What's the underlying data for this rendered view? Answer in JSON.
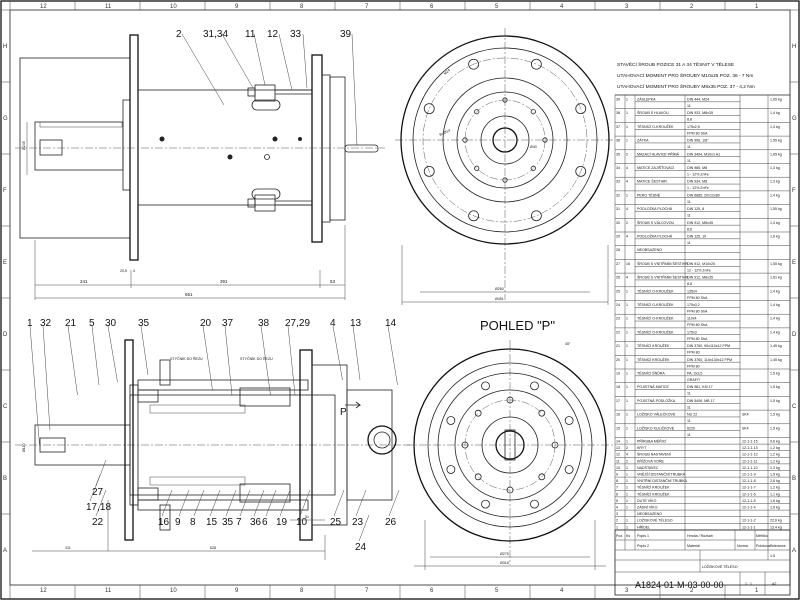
{
  "notes": [
    "STAVĚCÍ ŠROUB POZICE 31 A 34 TĚSNIT V TĚLESE",
    "UTAHOVACÍ MOMENT PRO ŠROUBY M10x25 POZ. 36 - 7 Nm",
    "UTAHOVACÍ MOMENT PRO ŠROUBY M8x35 POZ. 37 - 4,2 Nm"
  ],
  "view_title": "POHLED \"P\"",
  "view_arrow_label": "P",
  "section_notes": [
    "STYČNÍK DO ŘEZU",
    "STYČNÍK DO ŘEZU"
  ],
  "top_labels": [
    "2",
    "31,34",
    "11",
    "12",
    "33",
    "39"
  ],
  "section_top_labels": [
    "1",
    "32",
    "21",
    "5",
    "30",
    "35",
    "20",
    "37",
    "38",
    "27,29",
    "4",
    "13",
    "14"
  ],
  "section_bottom_labels": [
    "27",
    "17,18",
    "22",
    "16",
    "9",
    "8",
    "15",
    "35",
    "7",
    "36",
    "6",
    "19",
    "10",
    "25",
    "23",
    "26",
    "24"
  ],
  "dimensions": {
    "top": [
      "241",
      "391",
      "53",
      "651",
      "20,5",
      "4",
      "Ø245"
    ],
    "section": [
      "311",
      "628",
      "51",
      "Ø110"
    ],
    "top_right": [
      "Ø260",
      "Ø451",
      "Ø40",
      "8x Ø14",
      "M24"
    ],
    "bottom_right": [
      "Ø275",
      "Ø318",
      "45°"
    ]
  },
  "zones_top": [
    "12",
    "11",
    "10",
    "9",
    "8",
    "7",
    "6",
    "5",
    "4",
    "3",
    "2",
    "1"
  ],
  "zones_side": [
    "H",
    "G",
    "F",
    "E",
    "D",
    "C",
    "B",
    "A"
  ],
  "parts_list": [
    {
      "pos": "39",
      "qty": "1",
      "name": "ZÁSLEPKA",
      "mat": "DIN 444, M24",
      "mat2": "11",
      "wt": "1,65 kg"
    },
    {
      "pos": "38",
      "qty": "1",
      "name": "ŠROUB S HLAVOU",
      "mat": "DIN 933, M8x35",
      "mat2": "8.8",
      "wt": "1,4 kg"
    },
    {
      "pos": "37",
      "qty": "1",
      "name": "TĚSNÍCÍ O-KROUŽEK",
      "mat": "175x2,5",
      "mat2": "FPM 80 ShA",
      "wt": "1,4 kg"
    },
    {
      "pos": "36",
      "qty": "1",
      "name": "ZÁTKA",
      "mat": "DIN 906, 1/8\"",
      "mat2": "11",
      "wt": "1,55 kg"
    },
    {
      "pos": "35",
      "qty": "2",
      "name": "MAZACÍ HLAVICE PŘÍMÁ",
      "mat": "DIN 3404, M10x1 A1",
      "mat2": "11",
      "wt": "1,65 kg"
    },
    {
      "pos": "34",
      "qty": "4",
      "name": "MATICE ZAJIŠŤOVACÍ",
      "mat": "DIN 985, M8",
      "mat2": "1 - 12% ZnFe",
      "wt": "1,3 kg"
    },
    {
      "pos": "33",
      "qty": "4",
      "name": "MATICE ŠESTIHR.",
      "mat": "DIN 934, M8",
      "mat2": "1 - 12% ZnFe",
      "wt": "1,3 kg"
    },
    {
      "pos": "32",
      "qty": "1",
      "name": "PERO TĚSNÉ",
      "mat": "DIN 6885, 20x12x80",
      "mat2": "11",
      "wt": "1,4 kg"
    },
    {
      "pos": "31",
      "qty": "4",
      "name": "PODLOŽKA PLOCHÁ",
      "mat": "DIN 125, 8",
      "mat2": "11",
      "wt": "1,55 kg"
    },
    {
      "pos": "30",
      "qty": "2",
      "name": "ŠROUB S VÁLCOVOU",
      "mat": "DIN 912, M8x45",
      "mat2": "8.8",
      "wt": "1,4 kg"
    },
    {
      "pos": "29",
      "qty": "4",
      "name": "PODLOŽKA PLOCHÁ",
      "mat": "DIN 125, 10",
      "mat2": "11",
      "wt": "1,6 kg"
    },
    {
      "pos": "28",
      "qty": "",
      "name": "NEOBSAZENO",
      "mat": "",
      "mat2": "",
      "wt": ""
    },
    {
      "pos": "27",
      "qty": "16",
      "name": "ŠROUB S VNITŘNÍM ŠESTIHR.",
      "mat": "DIN 912, M10x25",
      "mat2": "12 - 12% ZnFe",
      "wt": "1,55 kg"
    },
    {
      "pos": "26",
      "qty": "4",
      "name": "ŠROUB S VNITŘNÍM ŠESTIHR.",
      "mat": "DIN 912, M8x35",
      "mat2": "8.8",
      "wt": "1,61 kg"
    },
    {
      "pos": "25",
      "qty": "1",
      "name": "TĚSNÍCÍ O-KROUŽEK",
      "mat": "135x4",
      "mat2": "FPM 80 ShA",
      "wt": "1,4 kg"
    },
    {
      "pos": "24",
      "qty": "1",
      "name": "TĚSNÍCÍ O-KROUŽEK",
      "mat": "175x3,2",
      "mat2": "FPM 80 ShA",
      "wt": "1,4 kg"
    },
    {
      "pos": "23",
      "qty": "1",
      "name": "TĚSNÍCÍ O-KROUŽEK",
      "mat": "110x4",
      "mat2": "FPM 80 ShA",
      "wt": "1,4 kg"
    },
    {
      "pos": "22",
      "qty": "1",
      "name": "TĚSNÍCÍ O-KROUŽEK",
      "mat": "175x3",
      "mat2": "FPM 80 ShA",
      "wt": "1,4 kg"
    },
    {
      "pos": "21",
      "qty": "1",
      "name": "TĚSNÍCÍ KROUŽEK",
      "mat": "DIN 3760, 90x110x12 FPM",
      "mat2": "FPM 80",
      "wt": "1,45 kg"
    },
    {
      "pos": "20",
      "qty": "1",
      "name": "TĚSNÍCÍ KROUŽEK",
      "mat": "DIN 3760, 110x130x12 FPM",
      "mat2": "FPM 80",
      "wt": "1,45 kg"
    },
    {
      "pos": "19",
      "qty": "1",
      "name": "TĚSNÍCÍ ŠŇŮRA",
      "mat": "PA, 3x3,5",
      "mat2": "GRAFIT",
      "wt": "1,5 kg"
    },
    {
      "pos": "18",
      "qty": "1",
      "name": "POJISTNÁ MATICE",
      "mat": "DIN 981, KM 17",
      "mat2": "11",
      "wt": "1,5 kg"
    },
    {
      "pos": "17",
      "qty": "1",
      "name": "POJISTNÁ PODLOŽKA",
      "mat": "DIN 5406, MB 17",
      "mat2": "11",
      "wt": "1,5 kg"
    },
    {
      "pos": "16",
      "qty": "1",
      "name": "LOŽISKO VÁLEČKOVÉ",
      "mat": "NU 22",
      "mat2": "11",
      "code": "SKF",
      "wt": "1,5 kg"
    },
    {
      "pos": "15",
      "qty": "1",
      "name": "LOŽISKO KULIČKOVÉ",
      "mat": "6220",
      "mat2": "11",
      "code": "SKF",
      "wt": "1,5 kg"
    },
    {
      "pos": "14",
      "qty": "1",
      "name": "PŘÍRUBA MĚŘICÍ",
      "mat": "",
      "code": "12-1-1-15",
      "wt": "0,6 kg"
    },
    {
      "pos": "13",
      "qty": "2",
      "name": "KRYT",
      "mat": "",
      "code": "12-1-1-13",
      "wt": "1,2 kg"
    },
    {
      "pos": "12",
      "qty": "4",
      "name": "ŠROUB NASTAVENÍ",
      "mat": "",
      "code": "12-1-1-12",
      "wt": "1,2 kg"
    },
    {
      "pos": "11",
      "qty": "2",
      "name": "KŘÍŽOVÁ VOŘE",
      "mat": "",
      "code": "12-1-1-11",
      "wt": "1,2 kg"
    },
    {
      "pos": "10",
      "qty": "1",
      "name": "NADSTAVEC",
      "mat": "",
      "code": "12-1-1-10",
      "wt": "1,3 kg"
    },
    {
      "pos": "9",
      "qty": "1",
      "name": "VNĚJŠÍ DISTANČNÍ TRUBKA",
      "mat": "",
      "code": "12-1-1-9",
      "wt": "1,5 kg"
    },
    {
      "pos": "8",
      "qty": "1",
      "name": "VNITŘNÍ DISTANČNÍ TRUBKA",
      "mat": "",
      "code": "12-1-1-8",
      "wt": "2,6 kg"
    },
    {
      "pos": "7",
      "qty": "1",
      "name": "TĚSNÍCÍ KROUŽEK",
      "mat": "",
      "code": "12-1-1-7",
      "wt": "1,2 kg"
    },
    {
      "pos": "6",
      "qty": "1",
      "name": "TĚSNÍCÍ KROUŽEK",
      "mat": "",
      "code": "12-1-1-6",
      "wt": "1,1 kg"
    },
    {
      "pos": "5",
      "qty": "1",
      "name": "DUTÉ VÍKO",
      "mat": "",
      "code": "12-1-1-5",
      "wt": "1,6 kg"
    },
    {
      "pos": "4",
      "qty": "1",
      "name": "ZADNÍ VÍKO",
      "mat": "",
      "code": "12-1-1-4",
      "wt": "1,6 kg"
    },
    {
      "pos": "3",
      "qty": "",
      "name": "NEOBSAZENO",
      "mat": "",
      "code": "",
      "wt": ""
    },
    {
      "pos": "2",
      "qty": "1",
      "name": "LOŽISKOVÉ TĚLESO",
      "mat": "",
      "code": "12-1-1-2",
      "wt": "22,6 kg"
    },
    {
      "pos": "1",
      "qty": "1",
      "name": "HŘÍDEL",
      "mat": "",
      "code": "12-1-1-1",
      "wt": "13,4 kg"
    }
  ],
  "title_block": {
    "pos_header": "Poz.",
    "qty_header": "Ks",
    "desc1": "Popis 1",
    "desc2": "Popis 2",
    "mass_label": "Hmota / Rozsah",
    "material_label": "Materiál",
    "norm_label": "Norma",
    "scale_label": "Měřítko",
    "blank_label": "Polotovar",
    "tolerance_label": "Tolerance",
    "drawing_number": "A1824-01-M-03-00-00",
    "sheet": "1",
    "sheets": "1",
    "name": "LOŽISKOVÉ TĚLESO",
    "scale": "1:5",
    "format": "A2"
  }
}
